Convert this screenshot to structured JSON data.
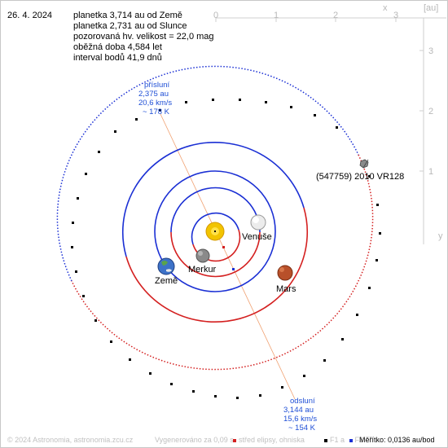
{
  "header": {
    "date": "26. 4. 2024",
    "lines": [
      "planetka 3,714 au od Země",
      "planetka 2,731 au od Slunce",
      "pozorovaná hv. velikost = 22,0 mag",
      "oběžná doba 4,584 let",
      "interval bodů 41,9 dnů"
    ]
  },
  "axes": {
    "top_ticks": [
      "0",
      "1",
      "2",
      "3"
    ],
    "right_ticks": [
      "3",
      "2",
      "1"
    ],
    "x_label": "x",
    "unit": "[au]",
    "y_label": "y"
  },
  "perihelion": {
    "title": "přísluní",
    "dist": "2,375 au",
    "speed": "20,6 km/s",
    "temp": "~ 178 K"
  },
  "aphelion": {
    "title": "odsluní",
    "dist": "3,144 au",
    "speed": "15,6 km/s",
    "temp": "~ 154 K"
  },
  "planets": {
    "venus": "Venuše",
    "mercury": "Merkur",
    "earth": "Země",
    "mars": "Mars"
  },
  "asteroid_name": "(547759) 2010 VR128",
  "footer": {
    "copyright": "© 2024 Astronomia, astronomia.zcu.cz",
    "generated": "Vygenerováno za 0,09 s",
    "legend_center": "střed elipsy, ohniska",
    "legend_f1": "F1 a",
    "legend_f2": "F2",
    "scale": "Měřítko: 0,0136 au/bod"
  },
  "colors": {
    "orbit_above": "#1a2fd4",
    "orbit_below": "#d42020",
    "sun": "#f2c400",
    "line_of_apsides": "#f0a070"
  }
}
